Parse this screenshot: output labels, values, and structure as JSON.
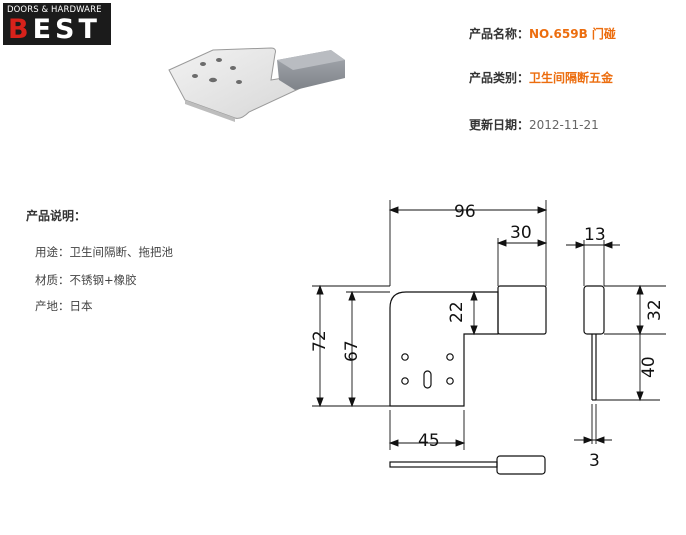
{
  "logo": {
    "tagline": "DOORS & HARDWARE",
    "brand_first": "B",
    "brand_rest": "EST",
    "color_accent": "#d7221b"
  },
  "product": {
    "name_label": "产品名称：",
    "name_value": "NO.659B 门碰",
    "category_label": "产品类别：",
    "category_value": "卫生间隔断五金",
    "updated_label": "更新日期：",
    "updated_value": "2012-11-21"
  },
  "description": {
    "title": "产品说明：",
    "lines": [
      "用途：卫生间隔断、拖把池",
      "材质：不锈钢+橡胶",
      "产地：日本"
    ]
  },
  "drawing": {
    "dimensions": [
      "96",
      "30",
      "13",
      "22",
      "72",
      "67",
      "32",
      "40",
      "45",
      "3"
    ]
  },
  "colors": {
    "value_orange": "#ec6d0e",
    "label_text": "#333333"
  }
}
